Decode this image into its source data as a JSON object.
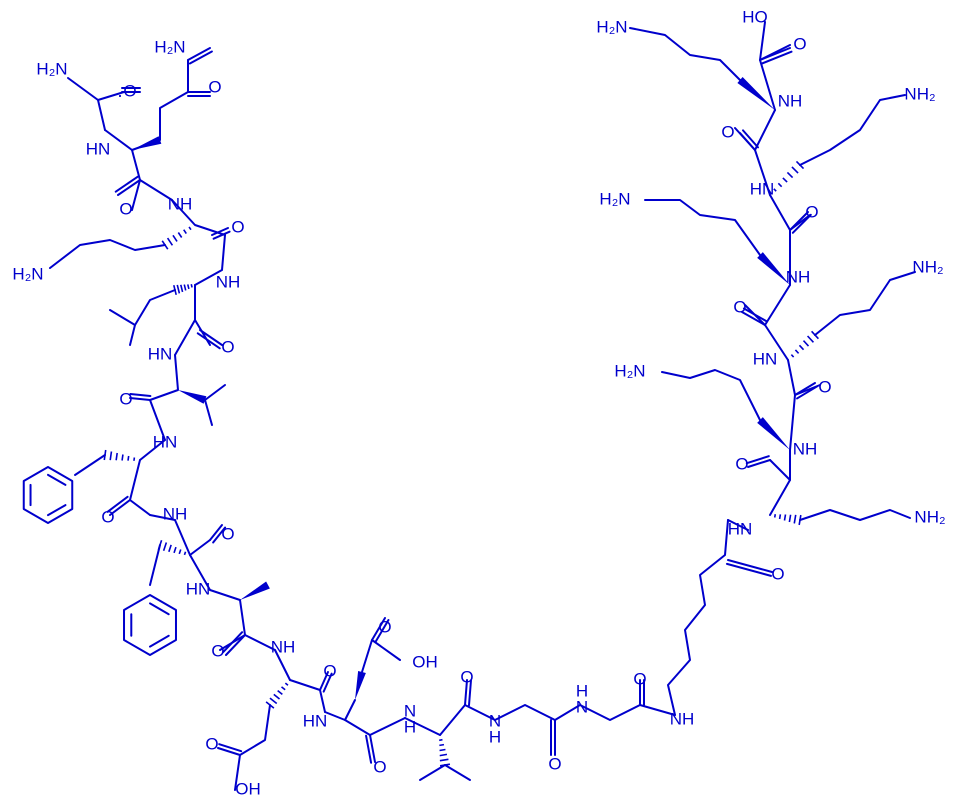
{
  "structure": {
    "color": "#0000cc",
    "background": "#ffffff"
  },
  "labels": {
    "h2n_1": "H₂N",
    "nh2_gln": "H₂N",
    "h2n_lys1": "H₂N",
    "h2n_top": "H₂N",
    "nh2_r1": "NH₂",
    "h2n_l2": "H₂N",
    "nh2_r2": "NH₂",
    "h2n_l3": "H₂N",
    "nh2_r3": "NH₂",
    "oh_top": "HO",
    "oh_asp": "OH",
    "oh_glu": "OH",
    "o": "O",
    "nh": "NH",
    "hn": "HN",
    "n": "N",
    "h": "H"
  }
}
